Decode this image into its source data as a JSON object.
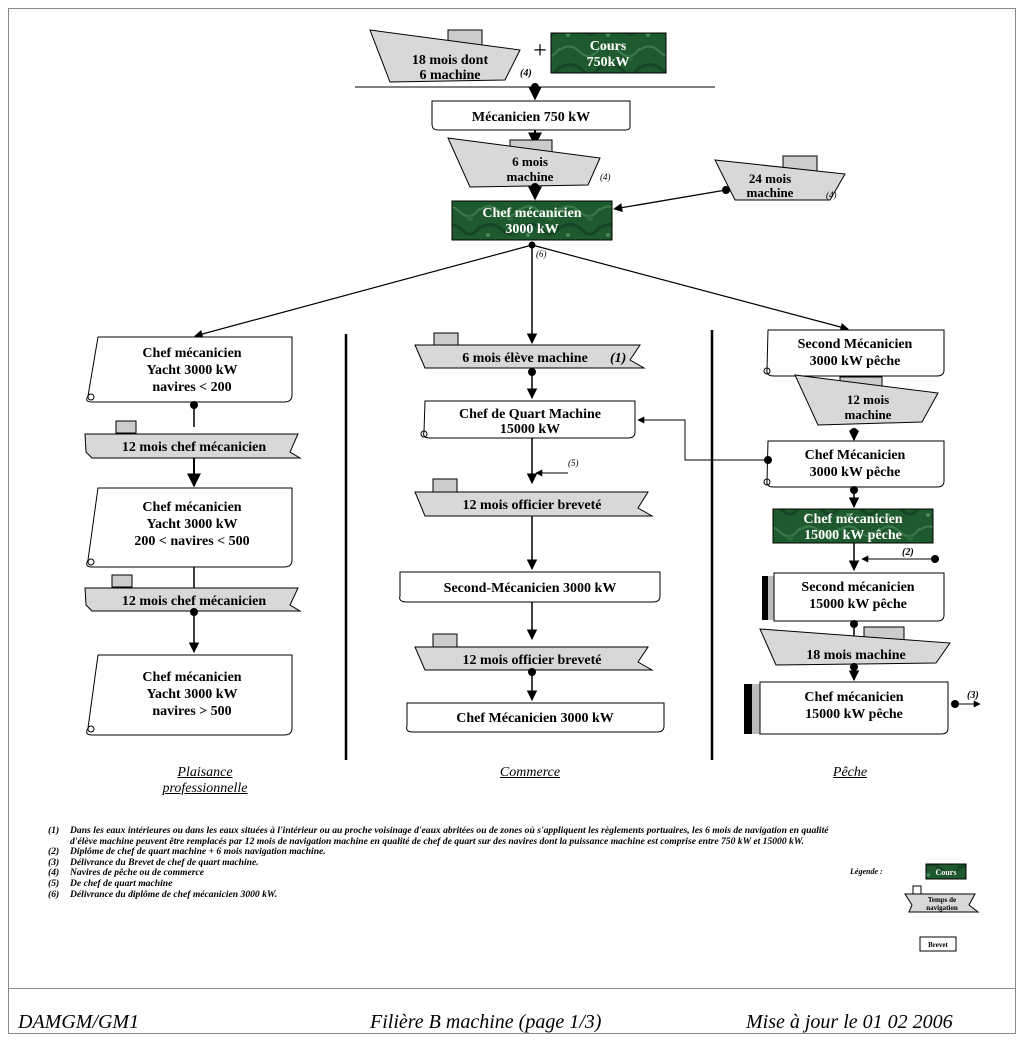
{
  "top": {
    "start_ship": "18 mois dont 6 machine",
    "start_note": "(4)",
    "plus": "+",
    "course_title": "Cours",
    "course_power": "750kW"
  },
  "trunk": {
    "meca750": "Mécanicien 750 kW",
    "ship6": "6 mois machine",
    "ship6_note": "(4)",
    "ship24": "24 mois machine",
    "ship24_note": "(4)",
    "chef3000_line1": "Chef mécanicien",
    "chef3000_line2": "3000 kW",
    "chef3000_note": "(6)"
  },
  "plaisance": {
    "caption_line1": "Plaisance",
    "caption_line2": "professionnelle",
    "brevet1": [
      "Chef mécanicien",
      "Yacht 3000 kW",
      "navires < 200"
    ],
    "ship1": "12 mois chef mécanicien",
    "brevet2": [
      "Chef mécanicien",
      "Yacht 3000 kW",
      "200 < navires < 500"
    ],
    "ship2": "12 mois chef mécanicien",
    "brevet3": [
      "Chef mécanicien",
      "Yacht 3000 kW",
      "navires > 500"
    ]
  },
  "commerce": {
    "caption": "Commerce",
    "ship1": "6 mois élève machine",
    "ship1_note": "(1)",
    "brevet1": [
      "Chef de Quart Machine",
      "15000 kW"
    ],
    "arrow_note": "(5)",
    "ship2": "12 mois officier breveté",
    "brevet2": "Second-Mécanicien 3000 kW",
    "ship3": "12 mois officier breveté",
    "brevet3": "Chef Mécanicien 3000 kW"
  },
  "peche": {
    "caption": "Pêche",
    "brevet1": [
      "Second Mécanicien",
      "3000 kW pêche"
    ],
    "ship1": "12 mois machine",
    "brevet2": [
      "Chef Mécanicien",
      "3000 kW pêche"
    ],
    "course": [
      "Chef mécanicien",
      "15000 kW pêche"
    ],
    "arrow_note": "(2)",
    "brevet3": [
      "Second mécanicien",
      "15000 kW pêche"
    ],
    "ship2": "18 mois machine",
    "brevet4": [
      "Chef mécanicien",
      "15000 kW pêche"
    ],
    "exit_note": "(3)"
  },
  "notes": [
    {
      "key": "(1)",
      "text": "Dans les eaux intérieures ou dans les eaux situées à l'intérieur ou au proche voisinage d'eaux abritées ou de zones où s'appliquent les règlements portuaires, les 6 mois de navigation en qualité d'élève machine peuvent être remplacés par 12 mois de navigation machine en qualité de chef de quart sur des navires dont la puissance machine est comprise entre 750 kW et 15000 kW."
    },
    {
      "key": "(2)",
      "text": "Diplôme de chef de quart machine + 6 mois navigation machine."
    },
    {
      "key": "(3)",
      "text": "Délivrance du Brevet de chef de quart machine."
    },
    {
      "key": "(4)",
      "text": "Navires de pêche ou de commerce"
    },
    {
      "key": "(5)",
      "text": "De chef de quart machine"
    },
    {
      "key": "(6)",
      "text": "Délivrance du diplôme de chef mécanicien 3000 kW."
    }
  ],
  "legend": {
    "label": "Légende :",
    "course": "Cours",
    "ship_line1": "Temps de",
    "ship_line2": "navigation",
    "brevet": "Brevet"
  },
  "footer": {
    "left": "DAMGM/GM1",
    "center": "Filière B machine (page 1/3)",
    "right": "Mise à jour le 01 02 2006"
  },
  "colors": {
    "course_green": "#1f5a2e",
    "ship_fill": "#d8d8d8",
    "line": "#000000"
  }
}
